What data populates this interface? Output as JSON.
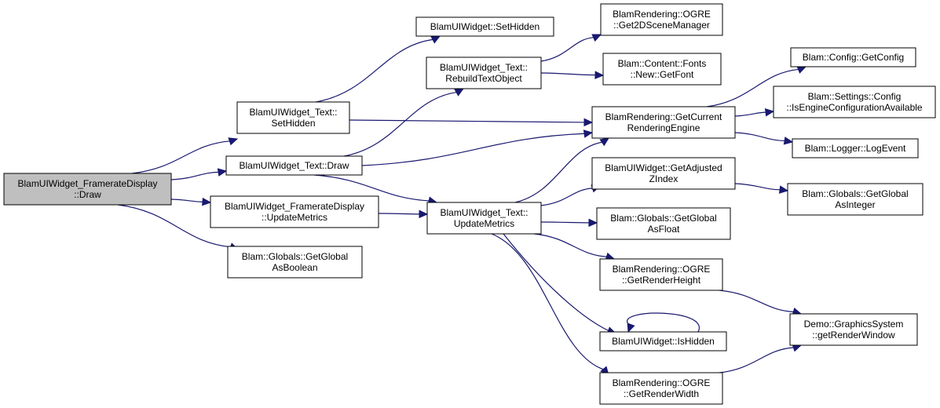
{
  "graph": {
    "colors": {
      "edge": "#191970",
      "root_fill": "#bfbfbf",
      "node_fill": "#ffffff",
      "node_border": "#000000"
    },
    "nodes": [
      {
        "id": "root",
        "lines": [
          "BlamUIWidget_FramerateDisplay",
          "::Draw"
        ],
        "highlight": true
      },
      {
        "id": "text_sethidden",
        "lines": [
          "BlamUIWidget_Text::",
          "SetHidden"
        ]
      },
      {
        "id": "text_draw",
        "lines": [
          "BlamUIWidget_Text::Draw"
        ]
      },
      {
        "id": "fd_updatemetrics",
        "lines": [
          "BlamUIWidget_FramerateDisplay",
          "::UpdateMetrics"
        ]
      },
      {
        "id": "globals_bool",
        "lines": [
          "Blam::Globals::GetGlobal",
          "AsBoolean"
        ]
      },
      {
        "id": "widget_sethidden",
        "lines": [
          "BlamUIWidget::SetHidden"
        ]
      },
      {
        "id": "rebuild",
        "lines": [
          "BlamUIWidget_Text::",
          "RebuildTextObject"
        ]
      },
      {
        "id": "text_updatemetrics",
        "lines": [
          "BlamUIWidget_Text::",
          "UpdateMetrics"
        ]
      },
      {
        "id": "get2dscene",
        "lines": [
          "BlamRendering::OGRE",
          "::Get2DSceneManager"
        ]
      },
      {
        "id": "newfont",
        "lines": [
          "Blam::Content::Fonts",
          "::New::GetFont"
        ]
      },
      {
        "id": "renderengine",
        "lines": [
          "BlamRendering::GetCurrent",
          "RenderingEngine"
        ]
      },
      {
        "id": "zindex",
        "lines": [
          "BlamUIWidget::GetAdjusted",
          "ZIndex"
        ]
      },
      {
        "id": "globals_float",
        "lines": [
          "Blam::Globals::GetGlobal",
          "AsFloat"
        ]
      },
      {
        "id": "renderheight",
        "lines": [
          "BlamRendering::OGRE",
          "::GetRenderHeight"
        ]
      },
      {
        "id": "ishidden",
        "lines": [
          "BlamUIWidget::IsHidden"
        ]
      },
      {
        "id": "renderwidth",
        "lines": [
          "BlamRendering::OGRE",
          "::GetRenderWidth"
        ]
      },
      {
        "id": "getconfig",
        "lines": [
          "Blam::Config::GetConfig"
        ]
      },
      {
        "id": "engineconfig",
        "lines": [
          "Blam::Settings::Config",
          "::IsEngineConfigurationAvailable"
        ]
      },
      {
        "id": "logevent",
        "lines": [
          "Blam::Logger::LogEvent"
        ]
      },
      {
        "id": "globals_int",
        "lines": [
          "Blam::Globals::GetGlobal",
          "AsInteger"
        ]
      },
      {
        "id": "renderwindow",
        "lines": [
          "Demo::GraphicsSystem",
          "::getRenderWindow"
        ]
      }
    ],
    "edges": [
      {
        "from": "root",
        "to": "text_sethidden"
      },
      {
        "from": "root",
        "to": "text_draw"
      },
      {
        "from": "root",
        "to": "fd_updatemetrics"
      },
      {
        "from": "root",
        "to": "globals_bool"
      },
      {
        "from": "text_sethidden",
        "to": "widget_sethidden"
      },
      {
        "from": "text_sethidden",
        "to": "renderengine"
      },
      {
        "from": "text_draw",
        "to": "rebuild"
      },
      {
        "from": "text_draw",
        "to": "renderengine"
      },
      {
        "from": "text_draw",
        "to": "text_updatemetrics"
      },
      {
        "from": "fd_updatemetrics",
        "to": "text_updatemetrics"
      },
      {
        "from": "rebuild",
        "to": "get2dscene"
      },
      {
        "from": "rebuild",
        "to": "newfont"
      },
      {
        "from": "text_updatemetrics",
        "to": "renderengine"
      },
      {
        "from": "text_updatemetrics",
        "to": "zindex"
      },
      {
        "from": "text_updatemetrics",
        "to": "globals_float"
      },
      {
        "from": "text_updatemetrics",
        "to": "renderheight"
      },
      {
        "from": "text_updatemetrics",
        "to": "ishidden"
      },
      {
        "from": "text_updatemetrics",
        "to": "renderwidth"
      },
      {
        "from": "renderengine",
        "to": "getconfig"
      },
      {
        "from": "renderengine",
        "to": "engineconfig"
      },
      {
        "from": "renderengine",
        "to": "logevent"
      },
      {
        "from": "zindex",
        "to": "globals_int"
      },
      {
        "from": "renderheight",
        "to": "renderwindow"
      },
      {
        "from": "renderwidth",
        "to": "renderwindow"
      },
      {
        "from": "ishidden",
        "to": "ishidden"
      }
    ]
  }
}
